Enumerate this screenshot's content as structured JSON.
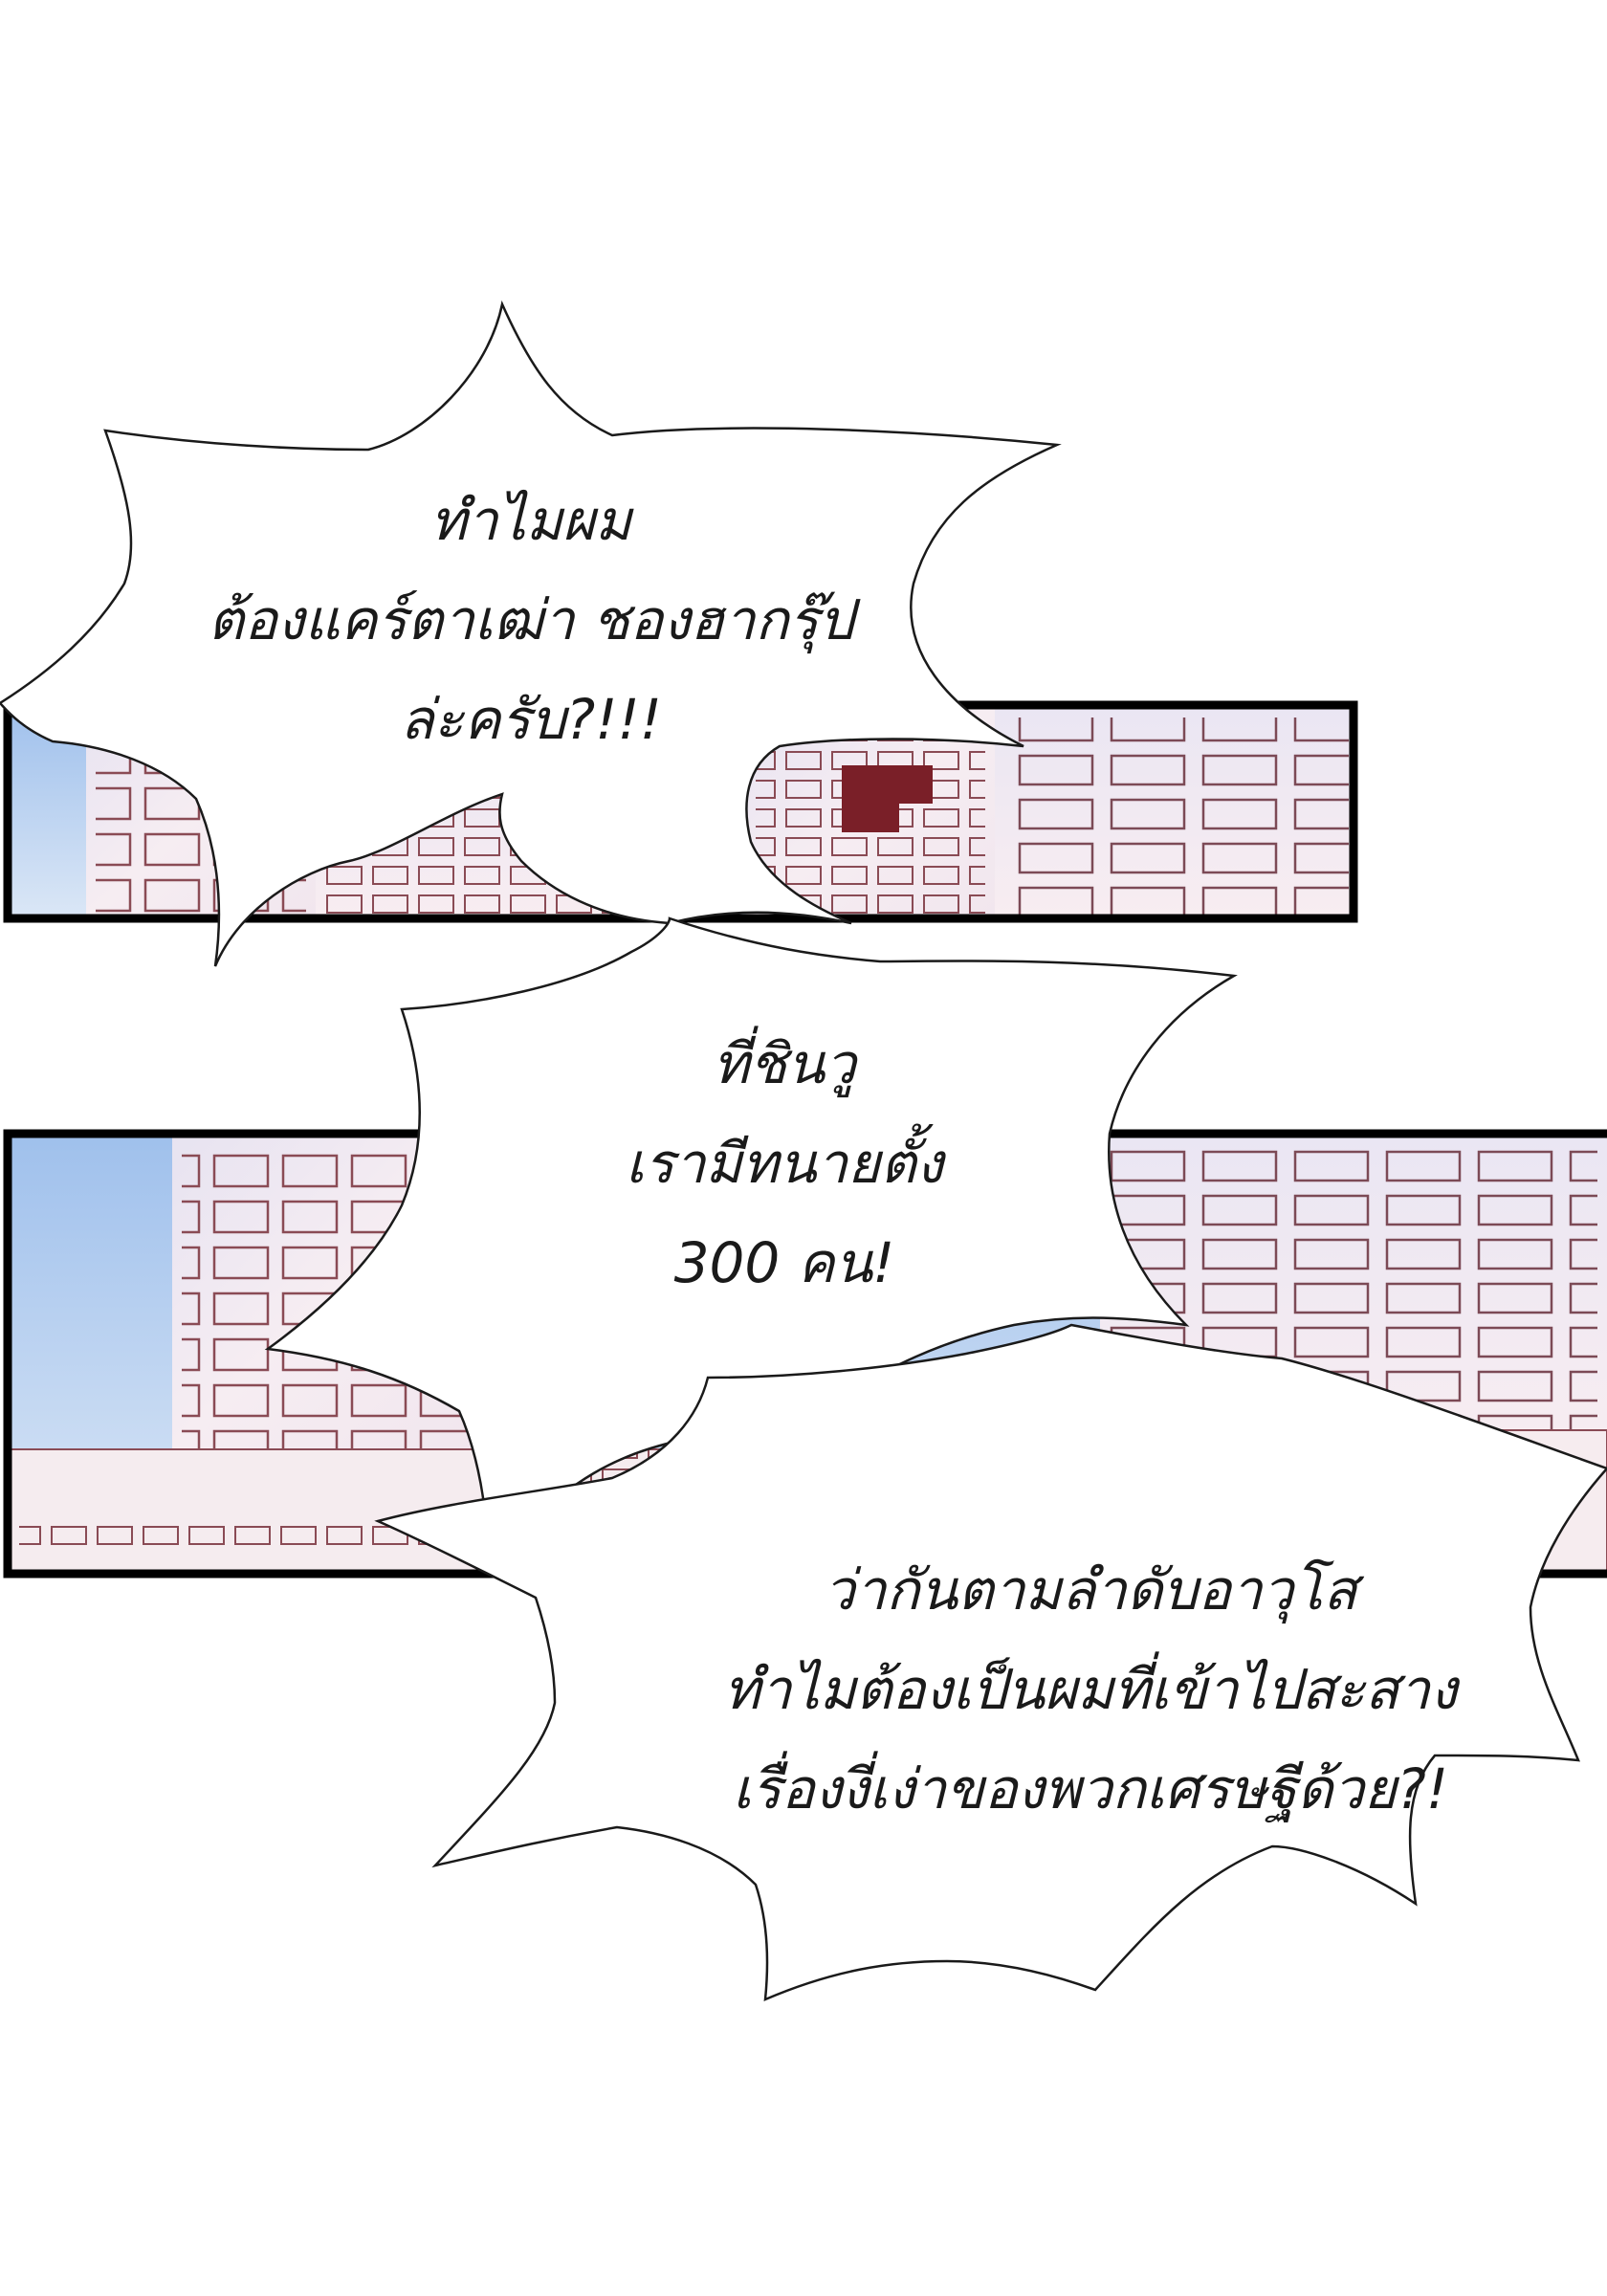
{
  "colors": {
    "background": "#ffffff",
    "panel_border": "#000000",
    "sky": "#a9c7ee",
    "building_fill": "#f4e7ee",
    "building_line": "#8a4b55",
    "dark_accent": "#7a1f28"
  },
  "bubbles": [
    {
      "lines": [
        "ทำไมผม",
        "ต้องแคร์ตาเฒ่า ชองฮากรุ๊ป",
        "ล่ะครับ?!!!"
      ]
    },
    {
      "lines": [
        "ที่ชินวู",
        "เรามีทนายตั้ง",
        "300 คน!"
      ]
    },
    {
      "lines": [
        "ว่ากันตามลำดับอาวุโส",
        "ทำไมต้องเป็นผมที่เข้าไปสะสาง",
        "เรื่องงี่เง่าของพวกเศรษฐีด้วย?!"
      ]
    }
  ]
}
